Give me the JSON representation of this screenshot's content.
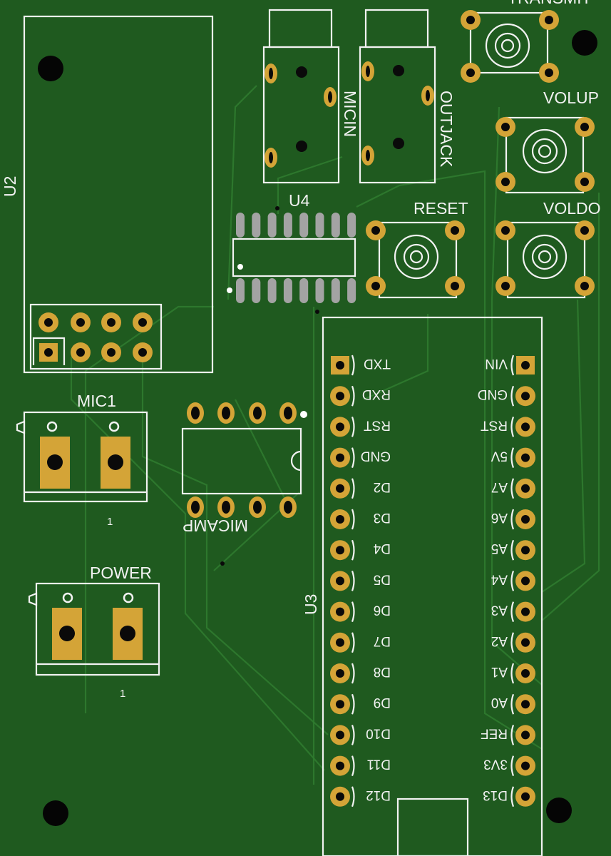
{
  "labels": {
    "u2": "U2",
    "u4": "U4",
    "u3": "U3",
    "mic1": "MIC1",
    "mic1_pin1": "1",
    "power": "POWER",
    "power_pin1": "1",
    "micamp": "MICAMP",
    "micin": "MICIN",
    "outjack": "OUTJACK",
    "reset": "RESET",
    "transmit": "TRANSMIT",
    "volup": "VOLUP",
    "voldo": "VOLDO"
  },
  "u3_left_pins": [
    "TXD",
    "RXD",
    "RST",
    "GND",
    "D2",
    "D3",
    "D4",
    "D5",
    "D6",
    "D7",
    "D8",
    "D9",
    "D10",
    "D11",
    "D12"
  ],
  "u3_right_pins": [
    "VIN",
    "GND",
    "RST",
    "5V",
    "A7",
    "A6",
    "A5",
    "A4",
    "A3",
    "A2",
    "A1",
    "A0",
    "REF",
    "3V3",
    "D13"
  ],
  "colors": {
    "board": "#1f5a1f",
    "trace": "#2f7a2f",
    "silkscreen": "#f2f2f2",
    "copper_pad": "#d4a437",
    "smd_pad": "#a3a3a3"
  }
}
